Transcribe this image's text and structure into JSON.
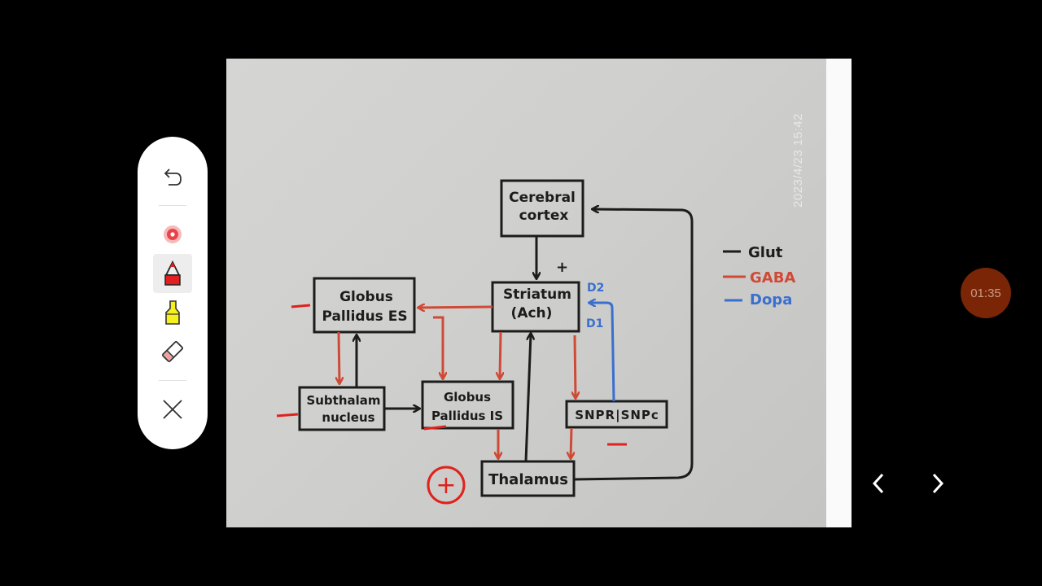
{
  "photo": {
    "timestamp": "2023/4/23 15:42",
    "diagram": {
      "boxes": {
        "cerebral_cortex": [
          "Cerebral",
          "cortex"
        ],
        "striatum": [
          "Striatum",
          "(Ach)"
        ],
        "globus_pallidus_es": [
          "Globus",
          "Pallidus ES"
        ],
        "globus_pallidus_is": [
          "Globus",
          "Pallidus IS"
        ],
        "subthalamic": [
          "Subthalam",
          "nucleus"
        ],
        "snpr": "SNPR|SNPc",
        "thalamus": "Thalamus"
      },
      "receptor_d2": "D2",
      "receptor_d1": "D1",
      "plus_sign": "+",
      "circle_plus": "+",
      "legend": [
        {
          "label": "Glut",
          "color": "#1c1c1c"
        },
        {
          "label": "GABA",
          "color": "#cf4a36"
        },
        {
          "label": "Dopa",
          "color": "#3a6fcf"
        }
      ]
    }
  },
  "toolbar": {
    "tools": [
      {
        "name": "undo",
        "icon": "undo-icon"
      },
      {
        "name": "laser",
        "icon": "laser-pointer-icon"
      },
      {
        "name": "pen",
        "icon": "pen-icon",
        "active": true
      },
      {
        "name": "highlighter",
        "icon": "highlighter-icon"
      },
      {
        "name": "eraser",
        "icon": "eraser-icon"
      },
      {
        "name": "close",
        "icon": "close-icon"
      }
    ]
  },
  "timer": "01:35",
  "nav": {
    "prev_icon": "chevron-left-icon",
    "next_icon": "chevron-right-icon"
  },
  "colors": {
    "glut": "#1c1c1c",
    "gaba": "#cf4a36",
    "dopa": "#3a6fcf",
    "timer_bg": "#7a2606"
  }
}
